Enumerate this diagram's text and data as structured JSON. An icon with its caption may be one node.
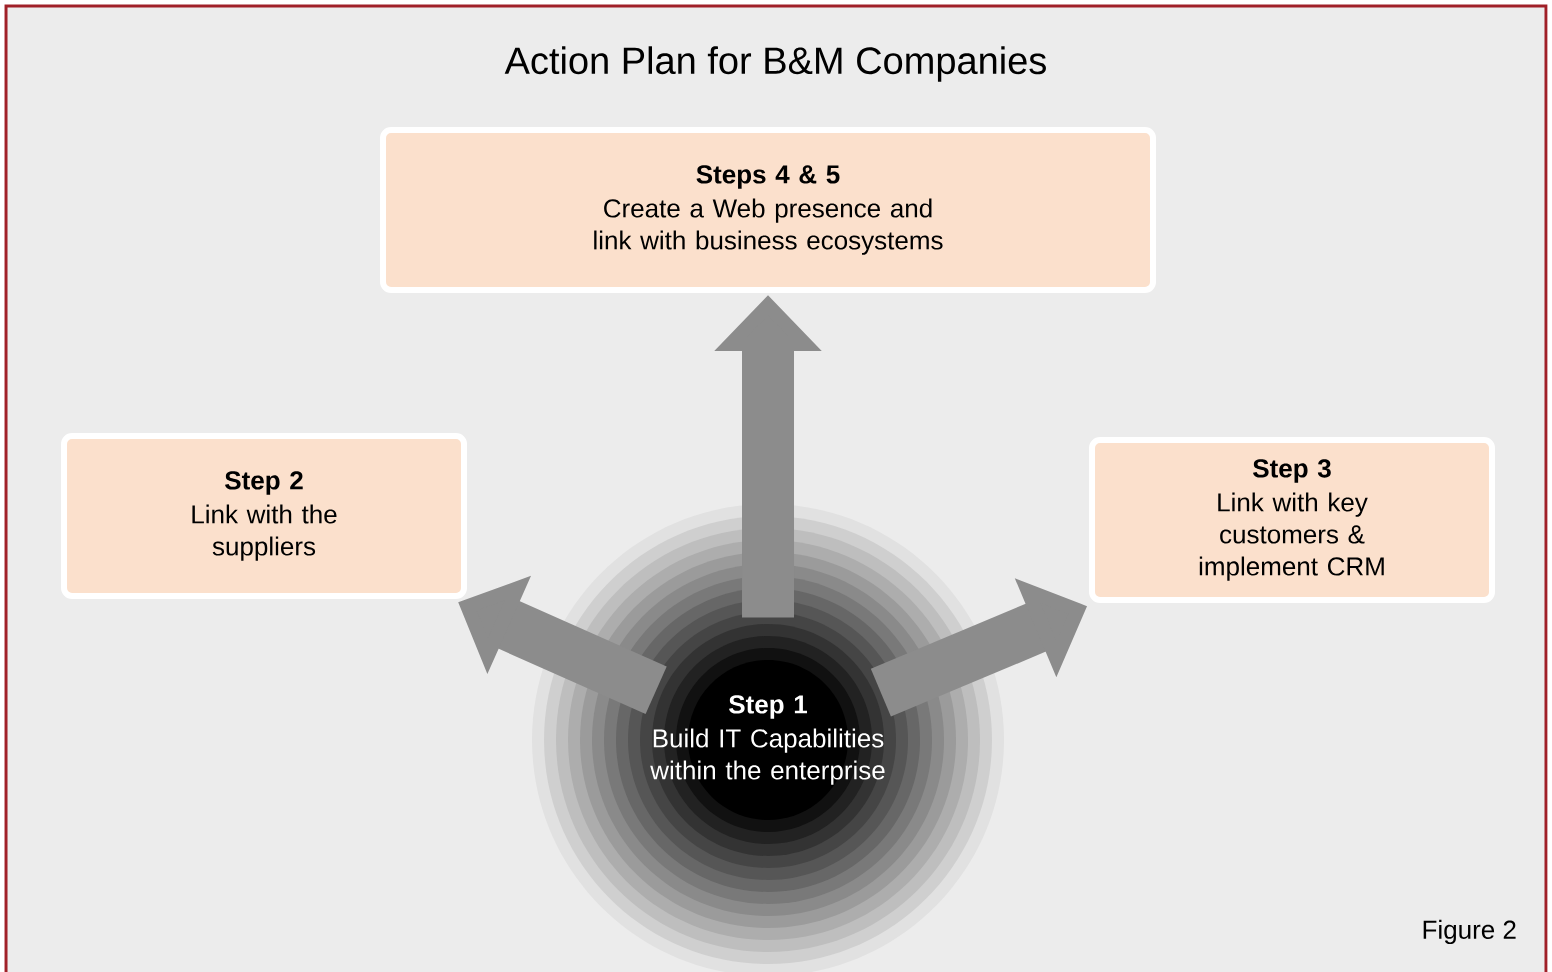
{
  "diagram": {
    "title": "Action Plan for B&M Companies",
    "nodes": [
      {
        "text": [
          "Steps 4 & 5",
          "Create a Web presence and link with business ecosystems"
        ]
      },
      {
        "text": [
          "Step 2",
          "Link with the suppliers"
        ]
      },
      {
        "text": [
          "Step 3",
          "Link with key customers & implement CRM"
        ]
      },
      {
        "text": [
          "Step 1",
          "Build IT Capabilities within the enterprise"
        ]
      }
    ],
    "edges": [
      {
        "from": 3,
        "to": 1,
        "arrow": "to"
      },
      {
        "from": 3,
        "to": 0,
        "arrow": "to"
      },
      {
        "from": 3,
        "to": 2,
        "arrow": "to"
      }
    ],
    "labels": [
      "Figure 2"
    ]
  }
}
